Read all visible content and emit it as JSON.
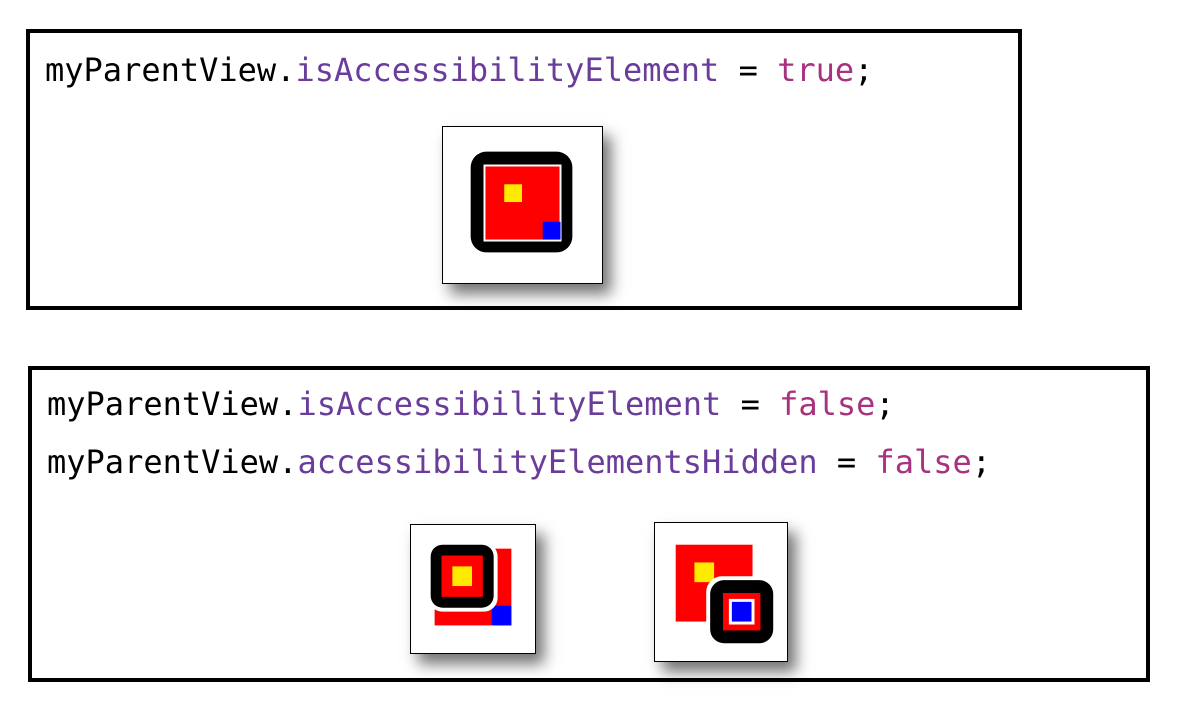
{
  "top_panel": {
    "line1": {
      "object": "myParentView",
      "dot": ".",
      "property": "isAccessibilityElement",
      "equals": " = ",
      "value": "true",
      "semicolon": ";"
    }
  },
  "bottom_panel": {
    "line1": {
      "object": "myParentView",
      "dot": ".",
      "property": "isAccessibilityElement",
      "equals": " = ",
      "value": "false",
      "semicolon": ";"
    },
    "line2": {
      "object": "myParentView",
      "dot": ".",
      "property": "accessibilityElementsHidden",
      "equals": " = ",
      "value": "false",
      "semicolon": ";"
    }
  },
  "colors": {
    "property": "#6a3d9a",
    "keyword": "#a8327f",
    "parent_red": "#ff0000",
    "child_yellow": "#ffeb00",
    "child_blue": "#0000ff",
    "focus_ring": "#000000"
  }
}
